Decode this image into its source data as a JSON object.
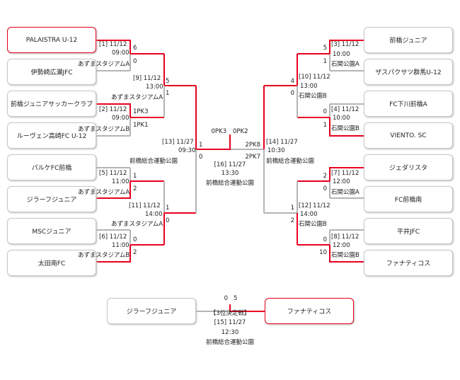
{
  "colors": {
    "win": "#e8001f",
    "lose": "#b4b4b4",
    "border": "#c8c8c8"
  },
  "left_teams": [
    "PALAISTRA U-12",
    "伊勢崎広瀬JFC",
    "前橋ジュニアサッカークラブ",
    "ルーヴェン高崎FC U-12",
    "パルケFC前橋",
    "ジラーフジュニア",
    "MSCジュニア",
    "太田南FC"
  ],
  "right_teams": [
    "前橋ジュニア",
    "ザスパクサツ群馬U-12",
    "FC下川前橋A",
    "VIENTO. SC",
    "ジェダリスタ",
    "FC前橋南",
    "平井JFC",
    "ファナティコス"
  ],
  "left_r1": [
    {
      "label": "[1] 11/12",
      "time": "09:00",
      "venue": "あずまスタジアムA",
      "s1": "6",
      "s2": "0"
    },
    {
      "label": "[2] 11/12",
      "time": "09:00",
      "venue": "あずまスタジアムB",
      "s1": "1PK3",
      "s2": "1PK1"
    },
    {
      "label": "[5] 11/12",
      "time": "11:00",
      "venue": "あずまスタジアムA",
      "s1": "1",
      "s2": "2"
    },
    {
      "label": "[6] 11/12",
      "time": "11:00",
      "venue": "あずまスタジアムB",
      "s1": "0",
      "s2": "2"
    }
  ],
  "left_r2": [
    {
      "label": "[9] 11/12",
      "time": "13:00",
      "venue": "あずまスタジアムA",
      "s1": "5",
      "s2": "1"
    },
    {
      "label": "[11] 11/12",
      "time": "14:00",
      "venue": "あずまスタジアムA",
      "s1": "1",
      "s2": "0"
    }
  ],
  "left_sf": {
    "label": "[13] 11/27",
    "time": "09:30",
    "venue": "前橋総合運動公園",
    "s1": "1",
    "s2": "0"
  },
  "right_r1": [
    {
      "label": "[3] 11/12",
      "time": "10:00",
      "venue": "石関公園A",
      "s1": "5",
      "s2": "1"
    },
    {
      "label": "[4] 11/12",
      "time": "10:00",
      "venue": "石関公園B",
      "s1": "0",
      "s2": "1"
    },
    {
      "label": "[7] 11/12",
      "time": "12:00",
      "venue": "石関公園A",
      "s1": "2",
      "s2": "0"
    },
    {
      "label": "[8] 11/12",
      "time": "12:00",
      "venue": "石関公園B",
      "s1": "0",
      "s2": "10"
    }
  ],
  "right_r2": [
    {
      "label": "[10] 11/12",
      "time": "13:00",
      "venue": "石関公園B",
      "s1": "4",
      "s2": "0"
    },
    {
      "label": "[12] 11/12",
      "time": "14:00",
      "venue": "石関公園B",
      "s1": "1",
      "s2": "2"
    }
  ],
  "right_sf": {
    "label": "[14] 11/27",
    "time": "10:30",
    "venue": "前橋総合運動公園",
    "s1": "2PK8",
    "s2": "2PK7"
  },
  "final": {
    "label": "[16] 11/27",
    "time": "13:30",
    "venue": "前橋総合運動公園",
    "s_left": "0PK3",
    "s_right": "0PK2"
  },
  "third": {
    "left_team": "ジラーフジュニア",
    "right_team": "ファナティコス",
    "title": "【3位決定戦】",
    "label": "[15] 11/27",
    "time": "12:30",
    "venue": "前橋総合運動公園",
    "s_left": "0",
    "s_right": "5"
  }
}
